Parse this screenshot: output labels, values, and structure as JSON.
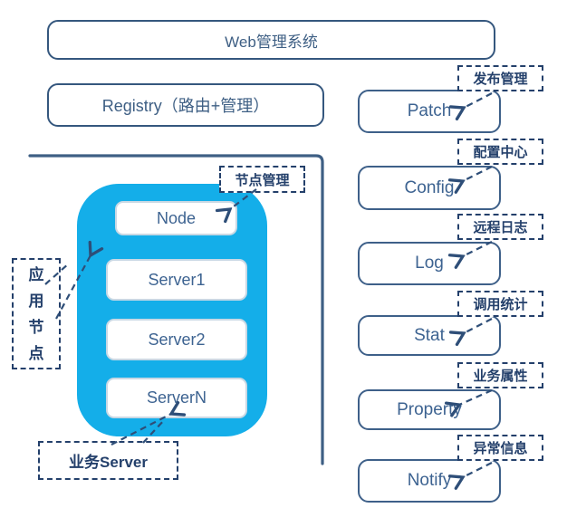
{
  "diagram": {
    "title_box": "Web管理系统",
    "registry_box": "Registry（路由+管理）",
    "node_group": {
      "label": "节点管理",
      "nodes": [
        "Node",
        "Server1",
        "Server2",
        "ServerN"
      ]
    },
    "left_labels": {
      "app_node": "应用节点",
      "business_server": "业务Server"
    },
    "services": [
      {
        "name": "Patch",
        "label": "发布管理"
      },
      {
        "name": "Config",
        "label": "配置中心"
      },
      {
        "name": "Log",
        "label": "远程日志"
      },
      {
        "name": "Stat",
        "label": "调用统计"
      },
      {
        "name": "Property",
        "label": "业务属性"
      },
      {
        "name": "Notify",
        "label": "异常信息"
      }
    ],
    "colors": {
      "accent_cyan": "#14AEE9",
      "box_border": "#3E6089",
      "box_text": "#3D6391",
      "label_navy": "#24406B",
      "line_blue": "#3E5F84"
    }
  }
}
